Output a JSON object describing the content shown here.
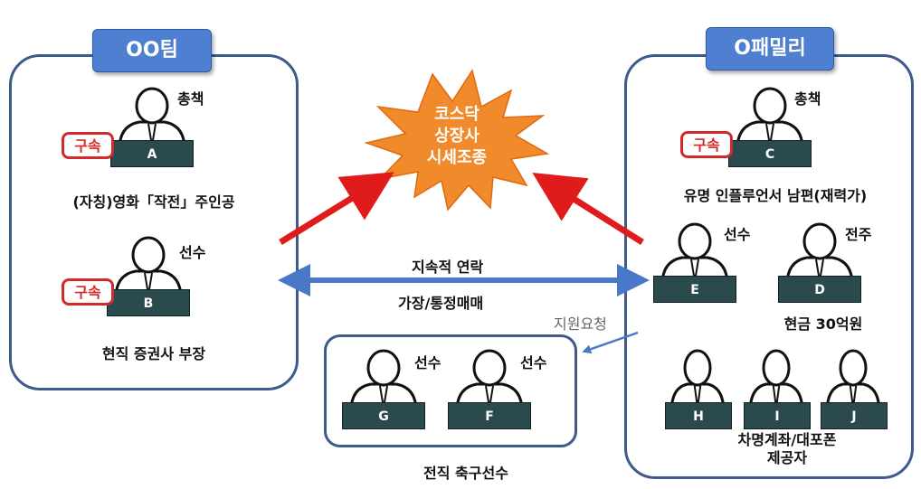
{
  "left_group": {
    "title": "OO팀"
  },
  "right_group": {
    "title": "O패밀리"
  },
  "burst": {
    "line1": "코스닥",
    "line2": "상장사",
    "line3": "시세조종"
  },
  "people": {
    "A": {
      "tag": "A",
      "role": "총책",
      "caption": "(자칭)영화「작전」주인공",
      "arrest": "구속"
    },
    "B": {
      "tag": "B",
      "role": "선수",
      "caption": "현직 증권사 부장",
      "arrest": "구속"
    },
    "C": {
      "tag": "C",
      "role": "총책",
      "caption": "유명 인플루언서 남편(재력가)",
      "arrest": "구속"
    },
    "E": {
      "tag": "E",
      "role": "선수"
    },
    "D": {
      "tag": "D",
      "role": "전주",
      "caption": "현금 30억원"
    },
    "G": {
      "tag": "G",
      "role": "선수"
    },
    "F": {
      "tag": "F",
      "role": "선수"
    },
    "H": {
      "tag": "H"
    },
    "I": {
      "tag": "I"
    },
    "J": {
      "tag": "J"
    }
  },
  "hij_caption": {
    "line1": "차명계좌/대포폰",
    "line2": "제공자"
  },
  "fg_caption": "전직 축구선수",
  "links": {
    "contact_top": "지속적 연락",
    "contact_bottom": "가장/통정매매",
    "support_request": "지원요청"
  },
  "colors": {
    "box_border": "#3c5a8c",
    "title_fill": "#4f7fd0",
    "tag_fill": "#2b4a4d",
    "arrest_red": "#d22a2a",
    "arrow_red": "#e01b1b",
    "arrow_blue": "#4a78c8",
    "burst_orange": "#f08a2a"
  }
}
